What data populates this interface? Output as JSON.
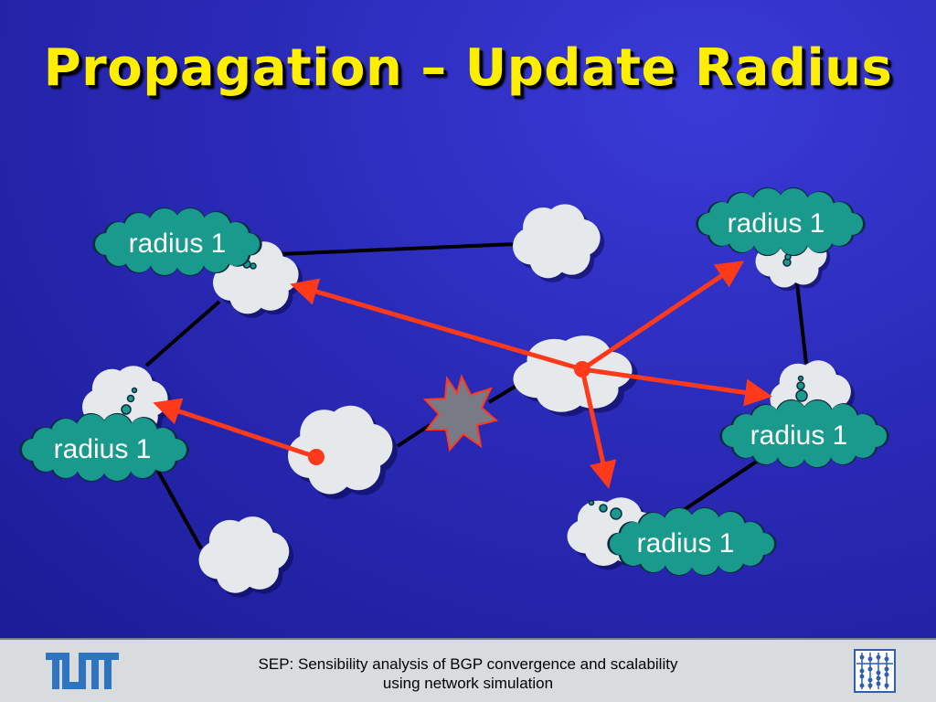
{
  "slide": {
    "title": "Propagation – Update Radius"
  },
  "bubbles": [
    {
      "id": "top-left",
      "label": "radius 1"
    },
    {
      "id": "top-right",
      "label": "radius 1"
    },
    {
      "id": "left",
      "label": "radius 1"
    },
    {
      "id": "right",
      "label": "radius 1"
    },
    {
      "id": "bottom",
      "label": "radius 1"
    }
  ],
  "footer": {
    "line1": "SEP: Sensibility analysis of BGP convergence and scalability",
    "line2": "using network simulation"
  },
  "colors": {
    "background": "#2a2ab8",
    "title": "#ffee00",
    "cloud": "#e6e9ec",
    "bubble": "#1a9a8c",
    "arrow": "#ff3a1a",
    "footer": "#d9dcdf"
  },
  "icons": [
    "tum-logo",
    "abacus-logo",
    "explosion-icon"
  ]
}
